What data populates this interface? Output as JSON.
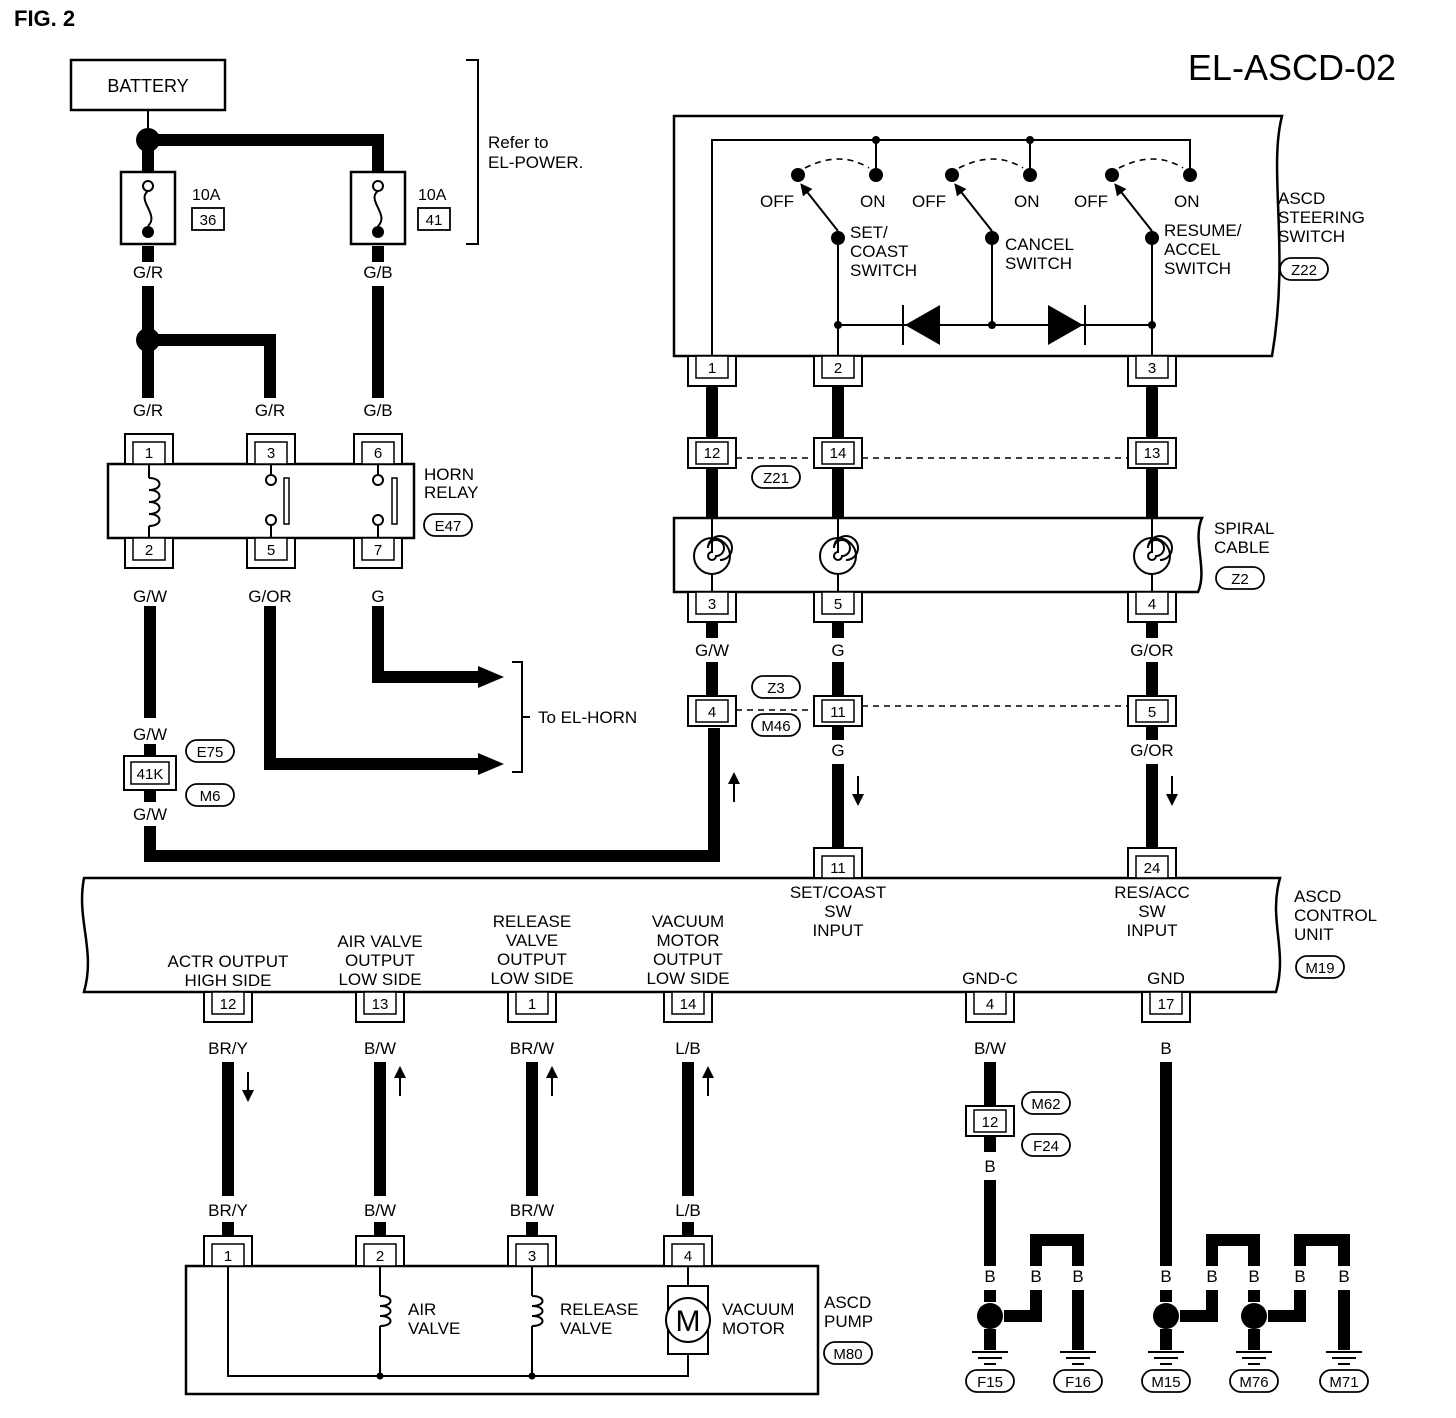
{
  "header": {
    "fig": "FIG. 2",
    "code": "EL-ASCD-02"
  },
  "power": {
    "battery": "BATTERY",
    "fuse1_amp": "10A",
    "fuse1_num": "36",
    "fuse2_amp": "10A",
    "fuse2_num": "41",
    "refer_line1": "Refer to",
    "refer_line2": "EL-POWER."
  },
  "wires": {
    "gr": "G/R",
    "gb": "G/B",
    "gw": "G/W",
    "gor": "G/OR",
    "g": "G",
    "bry": "BR/Y",
    "bw": "B/W",
    "brw": "BR/W",
    "lb": "L/B",
    "b": "B"
  },
  "horn_relay": {
    "label_line1": "HORN",
    "label_line2": "RELAY",
    "connector": "E47",
    "pins": [
      "1",
      "3",
      "6",
      "2",
      "5",
      "7"
    ],
    "to_horn": "To EL-HORN"
  },
  "joint": {
    "pin": "41K",
    "conn_top": "E75",
    "conn_bottom": "M6"
  },
  "steering_switch": {
    "label_line1": "ASCD",
    "label_line2": "STEERING",
    "label_line3": "SWITCH",
    "connector": "Z22",
    "off": "OFF",
    "on": "ON",
    "set_line1": "SET/",
    "set_line2": "COAST",
    "set_line3": "SWITCH",
    "cancel_line1": "CANCEL",
    "cancel_line2": "SWITCH",
    "resume_line1": "RESUME/",
    "resume_line2": "ACCEL",
    "resume_line3": "SWITCH",
    "pins": [
      "1",
      "2",
      "3"
    ]
  },
  "z21": {
    "connector": "Z21",
    "pins": [
      "12",
      "14",
      "13"
    ]
  },
  "spiral_cable": {
    "label_line1": "SPIRAL",
    "label_line2": "CABLE",
    "connector": "Z2",
    "pins": [
      "3",
      "5",
      "4"
    ]
  },
  "z3m46": {
    "conn_top": "Z3",
    "conn_bottom": "M46",
    "pins": [
      "4",
      "11",
      "5"
    ]
  },
  "control_unit": {
    "label_line1": "ASCD",
    "label_line2": "CONTROL",
    "label_line3": "UNIT",
    "connector": "M19",
    "top_pins": [
      "11",
      "24"
    ],
    "set_input_line1": "SET/COAST",
    "set_input_line2": "SW",
    "set_input_line3": "INPUT",
    "res_input_line1": "RES/ACC",
    "res_input_line2": "SW",
    "res_input_line3": "INPUT",
    "actr_line1": "ACTR OUTPUT",
    "actr_line2": "HIGH SIDE",
    "air_line1": "AIR VALVE",
    "air_line2": "OUTPUT",
    "air_line3": "LOW SIDE",
    "rel_line1": "RELEASE",
    "rel_line2": "VALVE",
    "rel_line3": "OUTPUT",
    "rel_line4": "LOW SIDE",
    "vac_line1": "VACUUM",
    "vac_line2": "MOTOR",
    "vac_line3": "OUTPUT",
    "vac_line4": "LOW SIDE",
    "gndc": "GND-C",
    "gnd": "GND",
    "bottom_pins": [
      "12",
      "13",
      "1",
      "14",
      "4",
      "17"
    ]
  },
  "ground_joint": {
    "pin": "12",
    "conn_top": "M62",
    "conn_bottom": "F24"
  },
  "pump": {
    "label_line1": "ASCD",
    "label_line2": "PUMP",
    "connector": "M80",
    "pins": [
      "1",
      "2",
      "3",
      "4"
    ],
    "air_line1": "AIR",
    "air_line2": "VALVE",
    "rel_line1": "RELEASE",
    "rel_line2": "VALVE",
    "vac_line1": "VACUUM",
    "vac_line2": "MOTOR",
    "motor_symbol": "M"
  },
  "grounds": [
    "F15",
    "F16",
    "M15",
    "M76",
    "M71"
  ]
}
